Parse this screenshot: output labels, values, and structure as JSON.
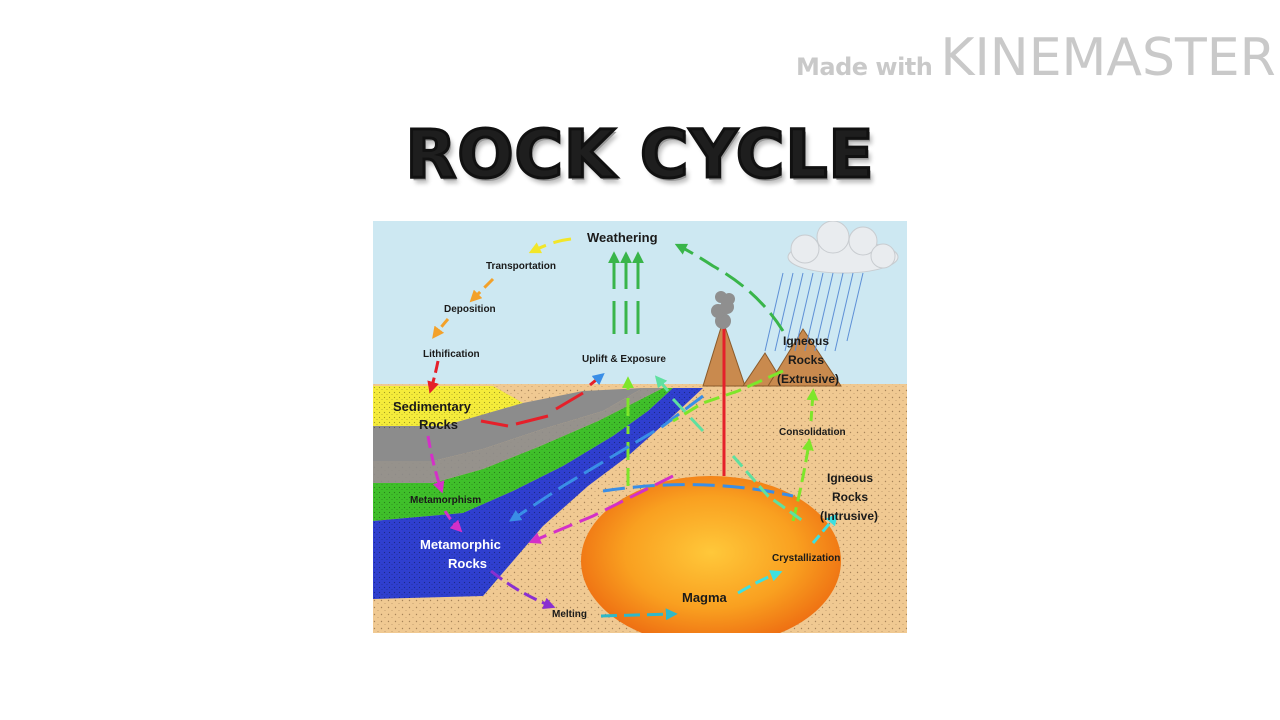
{
  "watermark": {
    "prefix": "Made with",
    "brand": "KINEMASTER"
  },
  "title": "ROCK CYCLE",
  "diagram": {
    "labels": {
      "weathering": "Weathering",
      "transportation": "Transportation",
      "deposition": "Deposition",
      "lithification": "Lithification",
      "uplift": "Uplift & Exposure",
      "sedimentary_1": "Sedimentary",
      "sedimentary_2": "Rocks",
      "metamorphism": "Metamorphism",
      "metamorphic_1": "Metamorphic",
      "metamorphic_2": "Rocks",
      "melting": "Melting",
      "magma": "Magma",
      "crystallization": "Crystallization",
      "consolidation": "Consolidation",
      "igneous_extrusive_1": "Igneous",
      "igneous_extrusive_2": "Rocks",
      "igneous_extrusive_3": "(Extrusive)",
      "igneous_intrusive_1": "Igneous",
      "igneous_intrusive_2": "Rocks",
      "igneous_intrusive_3": "(Intrusive)"
    },
    "colors": {
      "sky": "#cde8f2",
      "ground": "#f0c992",
      "sedimentary": "#f5ec3a",
      "sediment_gray": "#8c8c8c",
      "sediment_green": "#3fbf2a",
      "metamorphic": "#2f3fcf",
      "magma_outer": "#f07a1a",
      "magma_inner": "#ffb428",
      "mountain": "#c98a4e",
      "label": "#1a1a1a",
      "label_light": "#ffffff"
    }
  }
}
